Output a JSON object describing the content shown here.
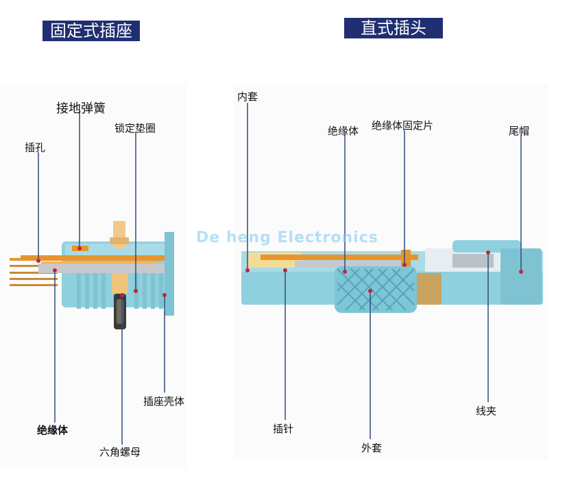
{
  "titles": {
    "left": "固定式插座",
    "right": "直式插头"
  },
  "watermark": "De heng Electronics",
  "left_labels": {
    "ground_spring": "接地弹簧",
    "lock_washer": "锁定垫圈",
    "socket_hole": "插孔",
    "socket_shell": "插座壳体",
    "insulator": "绝缘体",
    "hex_nut": "六角螺母"
  },
  "right_labels": {
    "inner_sleeve": "内套",
    "insulator": "绝缘体",
    "insulator_clip": "绝缘体固定片",
    "end_cap": "尾帽",
    "wire_clamp": "线夹",
    "pin": "插针",
    "outer_sleeve": "外套"
  },
  "colors": {
    "banner": "#1f2f72",
    "body": "#8fd0df",
    "body_dark": "#5fa9bc",
    "contact": "#e8942c",
    "insulator": "#c7c9cc",
    "leader": "#2d4a7a",
    "leader_dot": "#c0253a"
  }
}
